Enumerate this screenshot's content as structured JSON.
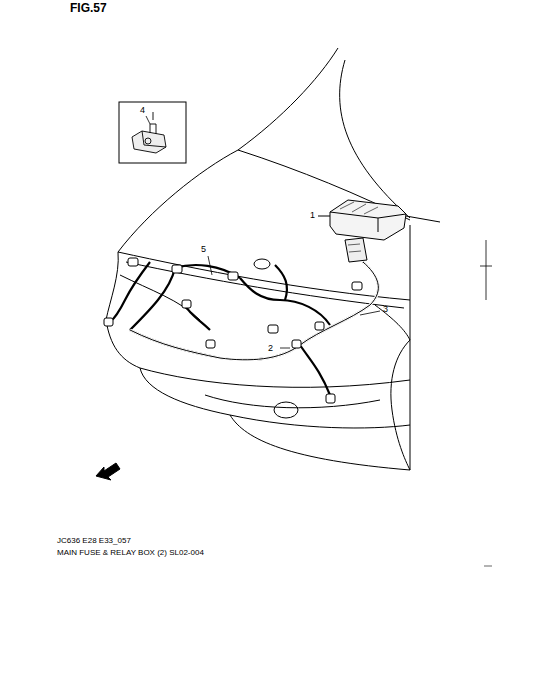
{
  "diagram": {
    "labels": [
      "FIG.57",
      "1",
      "2",
      "3",
      "4",
      "5",
      "FWD",
      "JC636 E28 E33_057",
      "MAIN FUSE & RELAY BOX (2) SL02-004"
    ]
  }
}
